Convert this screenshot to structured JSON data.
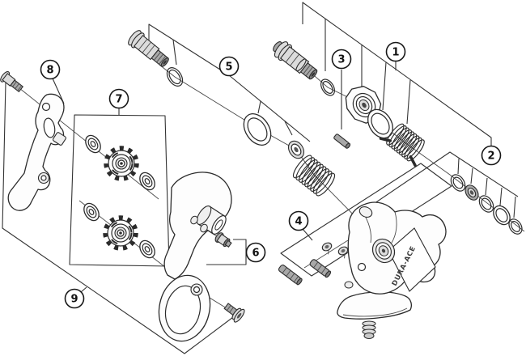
{
  "figure": {
    "kind": "exploded-parts-diagram",
    "subject": "rear-derailleur",
    "brand_label": "DURA-ACE",
    "colors": {
      "background": "#ffffff",
      "line": "#2b2b2b",
      "metal_light": "#dcdcdc",
      "metal_mid": "#a8a8a8",
      "metal_dark": "#7e7e7e"
    },
    "callouts": [
      {
        "number": "1"
      },
      {
        "number": "2"
      },
      {
        "number": "3"
      },
      {
        "number": "4"
      },
      {
        "number": "5"
      },
      {
        "number": "6"
      },
      {
        "number": "7"
      },
      {
        "number": "8"
      },
      {
        "number": "9"
      }
    ],
    "parts": [
      {
        "id": "axle-bolt-with-oring",
        "group": "1"
      },
      {
        "id": "bracket-axle-unit",
        "group": "1"
      },
      {
        "id": "seal-ring",
        "group": "1"
      },
      {
        "id": "b-tension-spring",
        "group": "1"
      },
      {
        "id": "adjusting-washers",
        "group": "2",
        "qty": 5
      },
      {
        "id": "stopper-pin",
        "group": "3"
      },
      {
        "id": "adjusting-screws-with-nuts",
        "group": "4",
        "qty": 2
      },
      {
        "id": "cage-pivot-bolt",
        "group": "5"
      },
      {
        "id": "o-ring",
        "group": "5"
      },
      {
        "id": "cage-seal-ring",
        "group": "5"
      },
      {
        "id": "bushing",
        "group": "5"
      },
      {
        "id": "cage-tension-spring",
        "group": "5"
      },
      {
        "id": "cage-stopper-bolt",
        "group": "6"
      },
      {
        "id": "pulley-set-with-dust-caps",
        "group": "7",
        "qty": 2
      },
      {
        "id": "outer-plate-with-bolt",
        "group": "8"
      },
      {
        "id": "plate-assembly",
        "group": "9"
      },
      {
        "id": "pulley-fixing-bolt",
        "group": "9"
      },
      {
        "id": "derailleur-body-with-adjuster",
        "group": ""
      }
    ]
  }
}
